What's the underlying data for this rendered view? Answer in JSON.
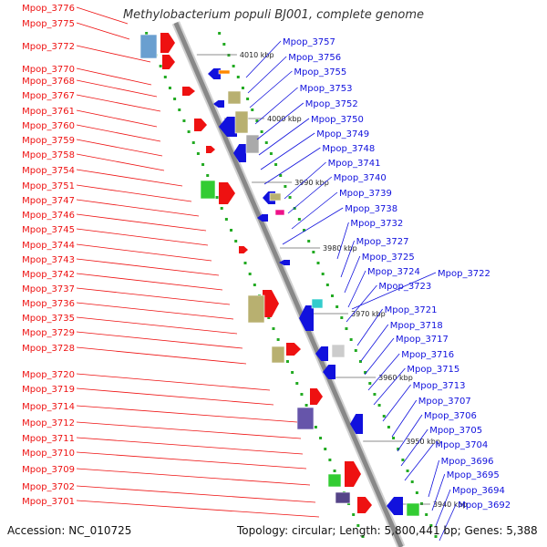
{
  "title": "Methylobacterium populi BJ001, complete genome",
  "footer": {
    "accession": "Accession: NC_010725",
    "topology": "Topology: circular; Length: 5,800,441 bp; Genes: 5,388"
  },
  "colors": {
    "forward": "#ee1111",
    "reverse": "#1111dd",
    "backbone": "#888888",
    "gc_dots": "#22aa22"
  },
  "ticks": [
    "4010 kbp",
    "4000 kbp",
    "3990 kbp",
    "3980 kbp",
    "3970 kbp",
    "3960 kbp",
    "3950 kbp",
    "3940 kbp"
  ],
  "left_labels": [
    "Mpop_3776",
    "Mpop_3775",
    "Mpop_3772",
    "Mpop_3770",
    "Mpop_3768",
    "Mpop_3767",
    "Mpop_3761",
    "Mpop_3760",
    "Mpop_3759",
    "Mpop_3758",
    "Mpop_3754",
    "Mpop_3751",
    "Mpop_3747",
    "Mpop_3746",
    "Mpop_3745",
    "Mpop_3744",
    "Mpop_3743",
    "Mpop_3742",
    "Mpop_3737",
    "Mpop_3736",
    "Mpop_3735",
    "Mpop_3729",
    "Mpop_3728",
    "Mpop_3720",
    "Mpop_3719",
    "Mpop_3714",
    "Mpop_3712",
    "Mpop_3711",
    "Mpop_3710",
    "Mpop_3709",
    "Mpop_3702",
    "Mpop_3701"
  ],
  "right_labels": [
    "Mpop_3757",
    "Mpop_3756",
    "Mpop_3755",
    "Mpop_3753",
    "Mpop_3752",
    "Mpop_3750",
    "Mpop_3749",
    "Mpop_3748",
    "Mpop_3741",
    "Mpop_3740",
    "Mpop_3739",
    "Mpop_3738",
    "Mpop_3732",
    "Mpop_3727",
    "Mpop_3725",
    "Mpop_3724",
    "Mpop_3722",
    "Mpop_3723",
    "Mpop_3721",
    "Mpop_3718",
    "Mpop_3717",
    "Mpop_3716",
    "Mpop_3715",
    "Mpop_3713",
    "Mpop_3707",
    "Mpop_3706",
    "Mpop_3705",
    "Mpop_3704",
    "Mpop_3696",
    "Mpop_3695",
    "Mpop_3694",
    "Mpop_3692"
  ]
}
